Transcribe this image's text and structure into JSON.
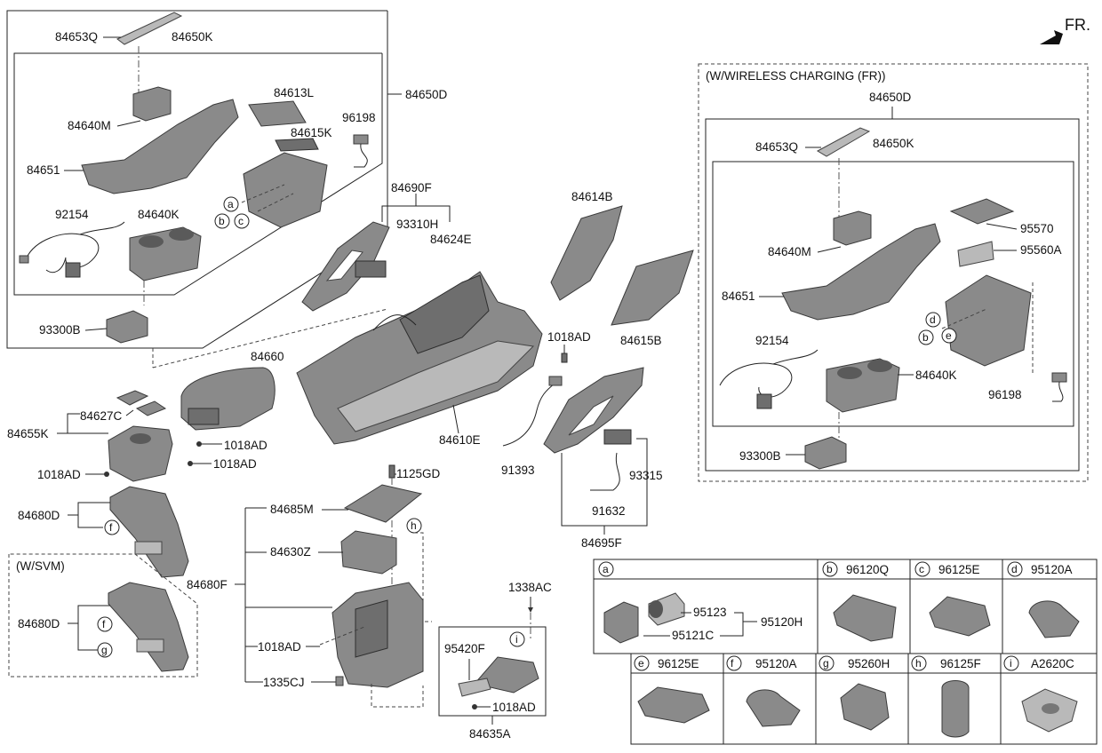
{
  "labels": {
    "p84653Q": "84653Q",
    "p84650K": "84650K",
    "p84650D": "84650D",
    "p84613L": "84613L",
    "p96198": "96198",
    "p84640M": "84640M",
    "p84615K": "84615K",
    "p84651": "84651",
    "p92154": "92154",
    "p84640K": "84640K",
    "p93300B": "93300B",
    "p84690F": "84690F",
    "p93310H": "93310H",
    "p84624E": "84624E",
    "p84614B": "84614B",
    "p84615B": "84615B",
    "p1018AD": "1018AD",
    "p84660": "84660",
    "p84627C": "84627C",
    "p84655K": "84655K",
    "p84610E": "84610E",
    "p1125GD": "1125GD",
    "p91393": "91393",
    "p93315": "93315",
    "p91632": "91632",
    "p84695F": "84695F",
    "p84680D": "84680D",
    "p84685M": "84685M",
    "p84630Z": "84630Z",
    "p84680F": "84680F",
    "p1335CJ": "1335CJ",
    "p1338AC": "1338AC",
    "p95420F": "95420F",
    "p84635A": "84635A",
    "wsvm": "(W/SVM)",
    "wcharge": "(W/WIRELESS CHARGING (FR))",
    "p95570": "95570",
    "p95560A": "95560A",
    "p84300B": "93300B",
    "fr": "FR."
  },
  "callouts": {
    "a": "a",
    "b": "b",
    "c": "c",
    "d": "d",
    "e": "e",
    "f": "f",
    "g": "g",
    "h": "h",
    "i": "i"
  },
  "table": {
    "a_parts": [
      "95123",
      "95121C",
      "95120H"
    ],
    "cells": [
      {
        "key": "b",
        "part": "96120Q"
      },
      {
        "key": "c",
        "part": "96125E"
      },
      {
        "key": "d",
        "part": "95120A"
      },
      {
        "key": "e",
        "part": "96125E"
      },
      {
        "key": "f",
        "part": "95120A"
      },
      {
        "key": "g",
        "part": "95260H"
      },
      {
        "key": "h",
        "part": "96125F"
      },
      {
        "key": "i",
        "part": "A2620C"
      }
    ]
  }
}
